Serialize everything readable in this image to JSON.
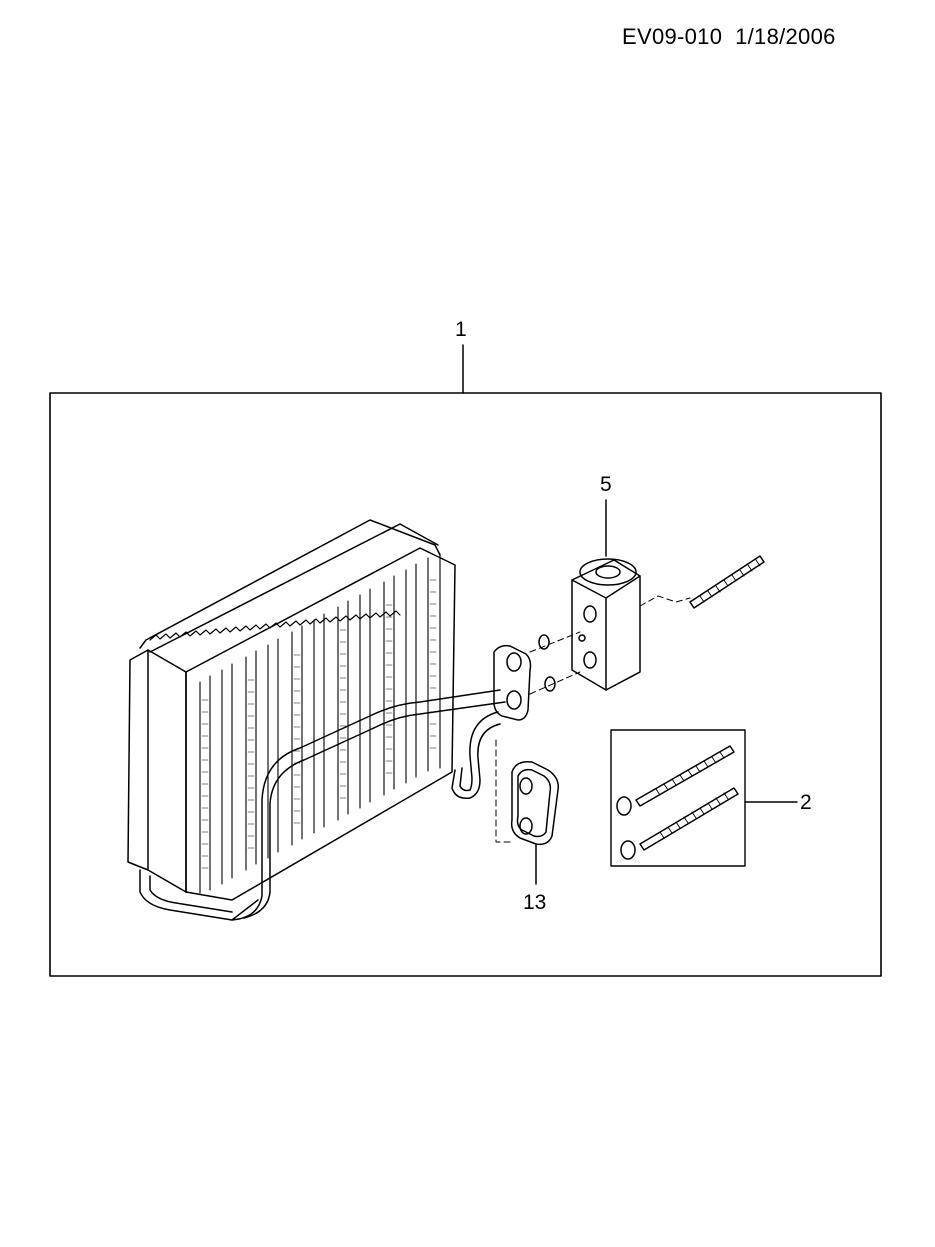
{
  "header": {
    "code": "EV09-010",
    "date": "1/18/2006"
  },
  "callouts": {
    "assembly": "1",
    "seal_kit": "2",
    "valve": "5",
    "gasket": "13"
  },
  "colors": {
    "ink": "#000000",
    "paper": "#ffffff"
  }
}
